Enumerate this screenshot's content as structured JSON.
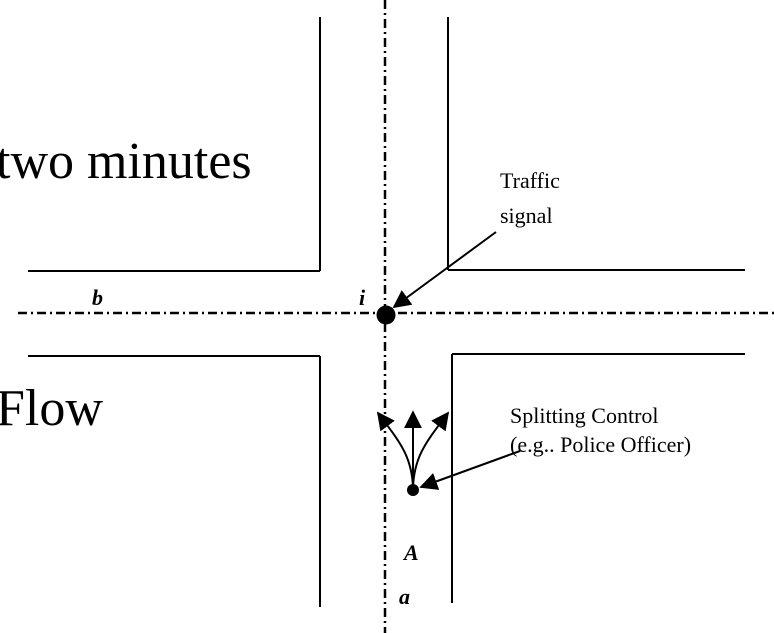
{
  "background_text": {
    "top": "two minutes",
    "bottom": "Flow"
  },
  "labels": {
    "traffic_signal_line1": "Traffic",
    "traffic_signal_line2": "signal",
    "splitting_line1": "Splitting Control",
    "splitting_line2": "(e.g.. Police Officer)",
    "road_b": "b",
    "intersection_i": "i",
    "point_a_upper": "A",
    "road_a": "a"
  },
  "colors": {
    "ink": "#000000",
    "background": "#ffffff"
  }
}
